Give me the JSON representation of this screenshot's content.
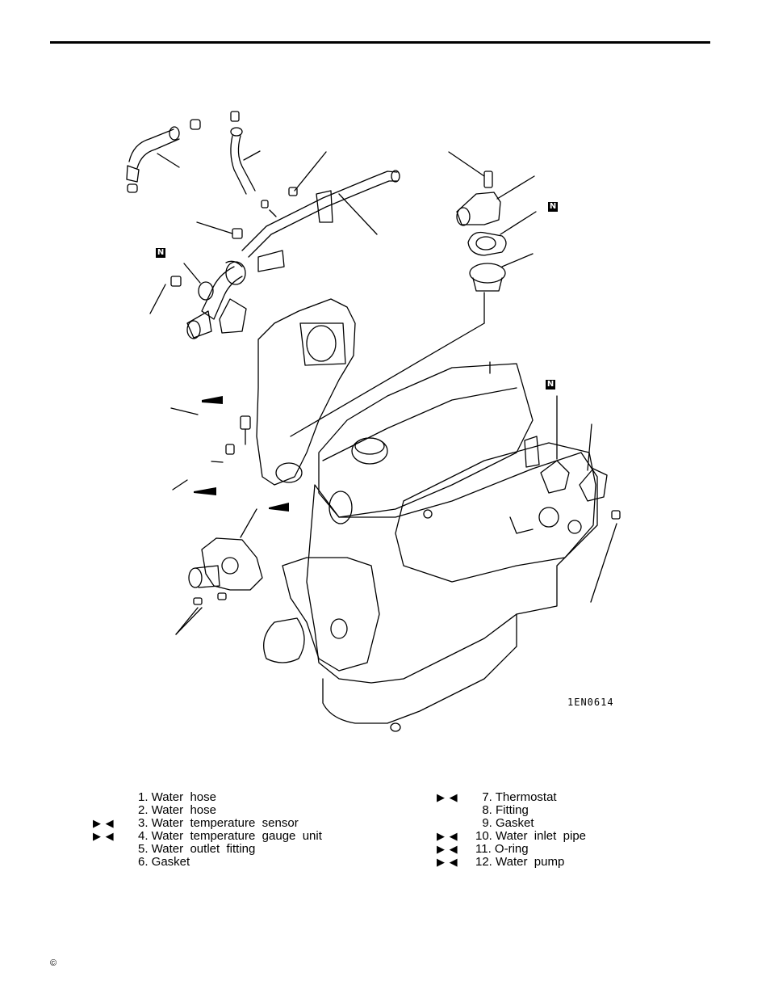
{
  "figure": {
    "code": "1EN0614",
    "n_marks": [
      "N",
      "N",
      "N"
    ]
  },
  "legend": {
    "left": [
      {
        "marks": "",
        "text": "1. Water  hose"
      },
      {
        "marks": "",
        "text": "2. Water  hose"
      },
      {
        "marks": "▶ ◀",
        "text": "3. Water  temperature  sensor"
      },
      {
        "marks": "▶ ◀",
        "text": "4. Water  temperature  gauge  unit"
      },
      {
        "marks": "",
        "text": "5. Water  outlet  fitting"
      },
      {
        "marks": "",
        "text": "6. Gasket"
      }
    ],
    "right": [
      {
        "marks": "▶ ◀",
        "text": "  7. Thermostat"
      },
      {
        "marks": "",
        "text": "  8. Fitting"
      },
      {
        "marks": "",
        "text": "  9. Gasket"
      },
      {
        "marks": "▶ ◀",
        "text": "10. Water  inlet  pipe"
      },
      {
        "marks": "▶ ◀",
        "text": "11. O-ring"
      },
      {
        "marks": "▶ ◀",
        "text": "12. Water  pump"
      }
    ]
  },
  "footer": {
    "copyright": "©"
  }
}
